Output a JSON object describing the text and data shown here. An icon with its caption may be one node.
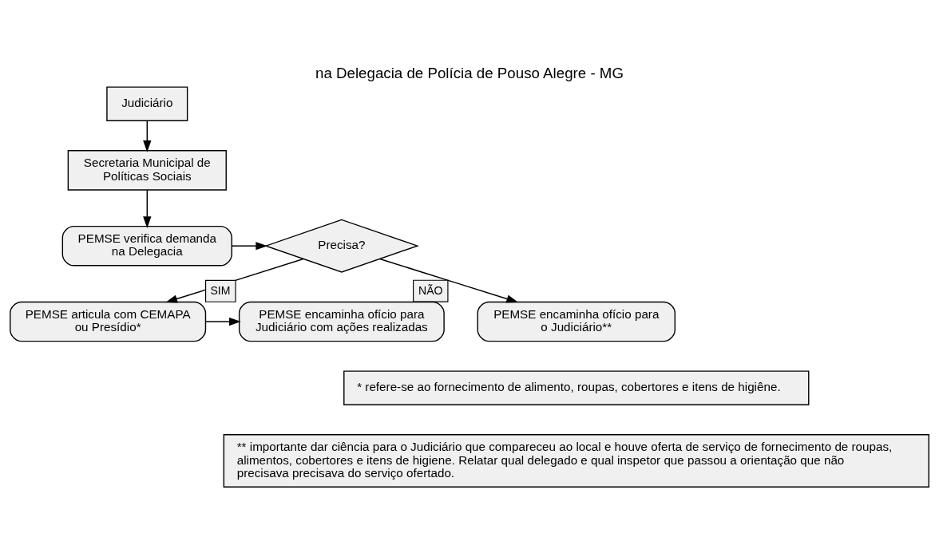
{
  "diagram": {
    "title": "na Delegacia de Polícia de Pouso Alegre - MG",
    "nodes": [
      {
        "text": [
          "Judiciário"
        ]
      },
      {
        "text": [
          "Secretaria Municipal de Políticas Sociais"
        ]
      },
      {
        "text": [
          "PEMSE verifica demanda na Delegacia"
        ]
      },
      {
        "text": [
          "Precisa?"
        ]
      },
      {
        "text": [
          "PEMSE articula com CEMAPA ou Presídio*"
        ]
      },
      {
        "text": [
          "PEMSE encaminha ofício para Judiciário com ações realizadas"
        ]
      },
      {
        "text": [
          "PEMSE encaminha ofício para o Judiciário**"
        ]
      },
      {
        "text": [
          "* refere-se ao fornecimento de alimento, roupas, cobertores e itens de higiêne."
        ]
      },
      {
        "text": [
          "** importante dar ciência para o Judiciário que compareceu ao local e houve oferta de serviço de fornecimento de roupas, alimentos, cobertores e itens de higiene. Relatar qual delegado e qual inspetor que passou a orientação que não precisava precisava do serviço ofertado."
        ]
      }
    ],
    "edges": [
      {
        "from": 0,
        "to": 1,
        "arrow": "to"
      },
      {
        "from": 1,
        "to": 2,
        "arrow": "to"
      },
      {
        "from": 2,
        "to": 3,
        "arrow": "to"
      },
      {
        "from": 3,
        "to": 4,
        "arrow": "to",
        "label": "SIM"
      },
      {
        "from": 4,
        "to": 5,
        "arrow": "to"
      },
      {
        "from": 3,
        "to": 6,
        "arrow": "to",
        "label": "NÃO"
      }
    ]
  }
}
